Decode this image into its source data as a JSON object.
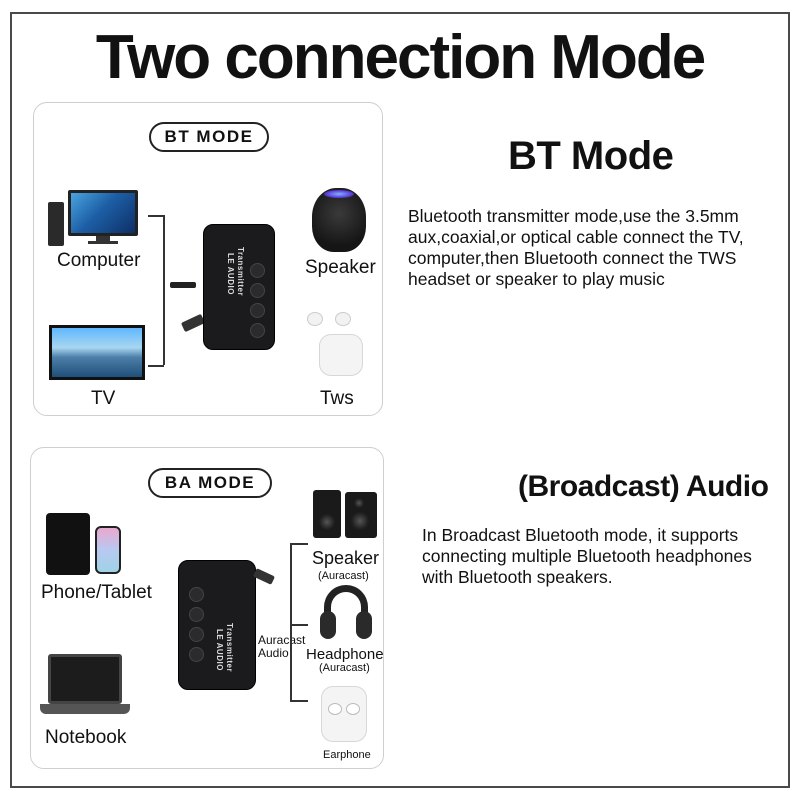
{
  "title": "Two connection Mode",
  "bt_section": {
    "pill": "BT MODE",
    "heading": "BT Mode",
    "description_lines": [
      "Bluetooth transmitter mode,use the 3.5mm",
      "aux,coaxial,or optical cable connect the TV,",
      "computer,then Bluetooth connect the TWS",
      "headset or speaker to play music"
    ],
    "labels": {
      "computer": "Computer",
      "tv": "TV",
      "speaker": "Speaker",
      "tws": "Tws"
    },
    "device_text": [
      "LE AUDIO",
      "Transmitter"
    ]
  },
  "ba_section": {
    "pill": "BA MODE",
    "heading": "(Broadcast) Audio",
    "description_lines": [
      "In Broadcast Bluetooth mode, it supports",
      "connecting multiple Bluetooth headphones",
      "with Bluetooth speakers."
    ],
    "labels": {
      "phone_tablet": "Phone/Tablet",
      "notebook": "Notebook",
      "speaker": "Speaker",
      "speaker_sub": "(Auracast)",
      "headphone": "Headphone",
      "headphone_sub": "(Auracast)",
      "earphone": "Earphone",
      "auracast_audio_1": "Auracast",
      "auracast_audio_2": "Audio"
    },
    "device_text": [
      "LE AUDIO",
      "Transmitter"
    ]
  }
}
